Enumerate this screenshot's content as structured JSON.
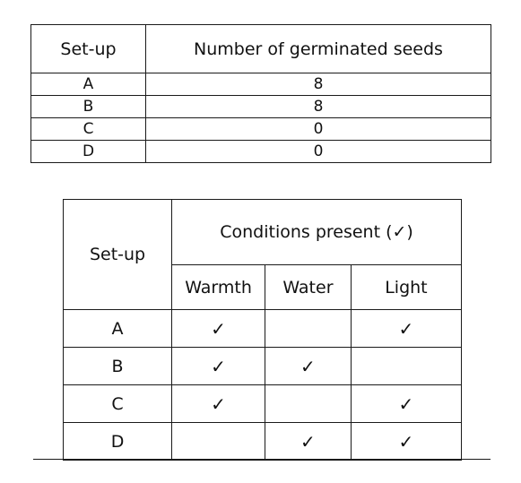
{
  "germination_table": {
    "headers": [
      "Set-up",
      "Number of germinated seeds"
    ],
    "rows": [
      {
        "setup": "A",
        "count": "8"
      },
      {
        "setup": "B",
        "count": "8"
      },
      {
        "setup": "C",
        "count": "0"
      },
      {
        "setup": "D",
        "count": "0"
      }
    ]
  },
  "conditions_table": {
    "setup_header": "Set-up",
    "group_header": "Conditions present (✓)",
    "sub_headers": [
      "Warmth",
      "Water",
      "Light"
    ],
    "tick_symbol": "✓",
    "rows": [
      {
        "setup": "A",
        "warmth": "✓",
        "water": "",
        "light": "✓"
      },
      {
        "setup": "B",
        "warmth": "✓",
        "water": "✓",
        "light": ""
      },
      {
        "setup": "C",
        "warmth": "✓",
        "water": "",
        "light": "✓"
      },
      {
        "setup": "D",
        "warmth": "",
        "water": "✓",
        "light": "✓"
      }
    ]
  }
}
